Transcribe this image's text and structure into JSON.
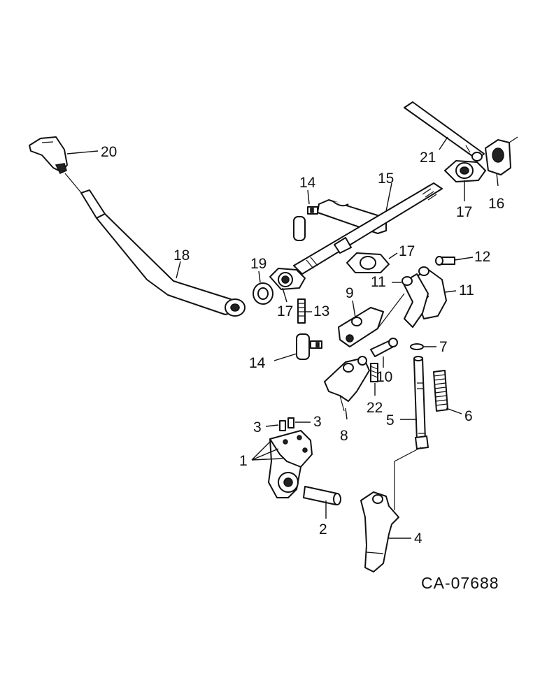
{
  "drawing_code": "CA-07688",
  "callouts": {
    "c1": "1",
    "c2": "2",
    "c3a": "3",
    "c3b": "3",
    "c4": "4",
    "c5": "5",
    "c6": "6",
    "c7": "7",
    "c8": "8",
    "c9": "9",
    "c10": "10",
    "c11a": "11",
    "c11b": "11",
    "c12": "12",
    "c13": "13",
    "c14a": "14",
    "c14b": "14",
    "c15": "15",
    "c16": "16",
    "c17a": "17",
    "c17b": "17",
    "c17c": "17",
    "c18": "18",
    "c19": "19",
    "c20": "20",
    "c21": "21",
    "c22": "22"
  }
}
